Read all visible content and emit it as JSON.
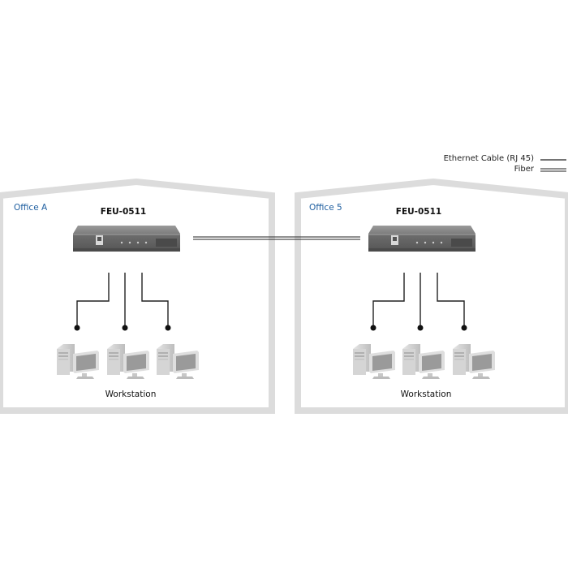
{
  "legend": {
    "ethernet_label": "Ethernet Cable (RJ 45)",
    "fiber_label": "Fiber"
  },
  "offices": [
    {
      "title": "Office A",
      "switch_model": "FEU-0511",
      "workstation_label": "Workstation"
    },
    {
      "title": "Office 5",
      "switch_model": "FEU-0511",
      "workstation_label": "Workstation"
    }
  ],
  "colors": {
    "building": "#dcdcdc",
    "office_title": "#1f5fa0",
    "switch_body": "#7a7a7a",
    "cable": "#222222"
  },
  "icons": [
    "switch-device-icon",
    "workstation-icon"
  ]
}
